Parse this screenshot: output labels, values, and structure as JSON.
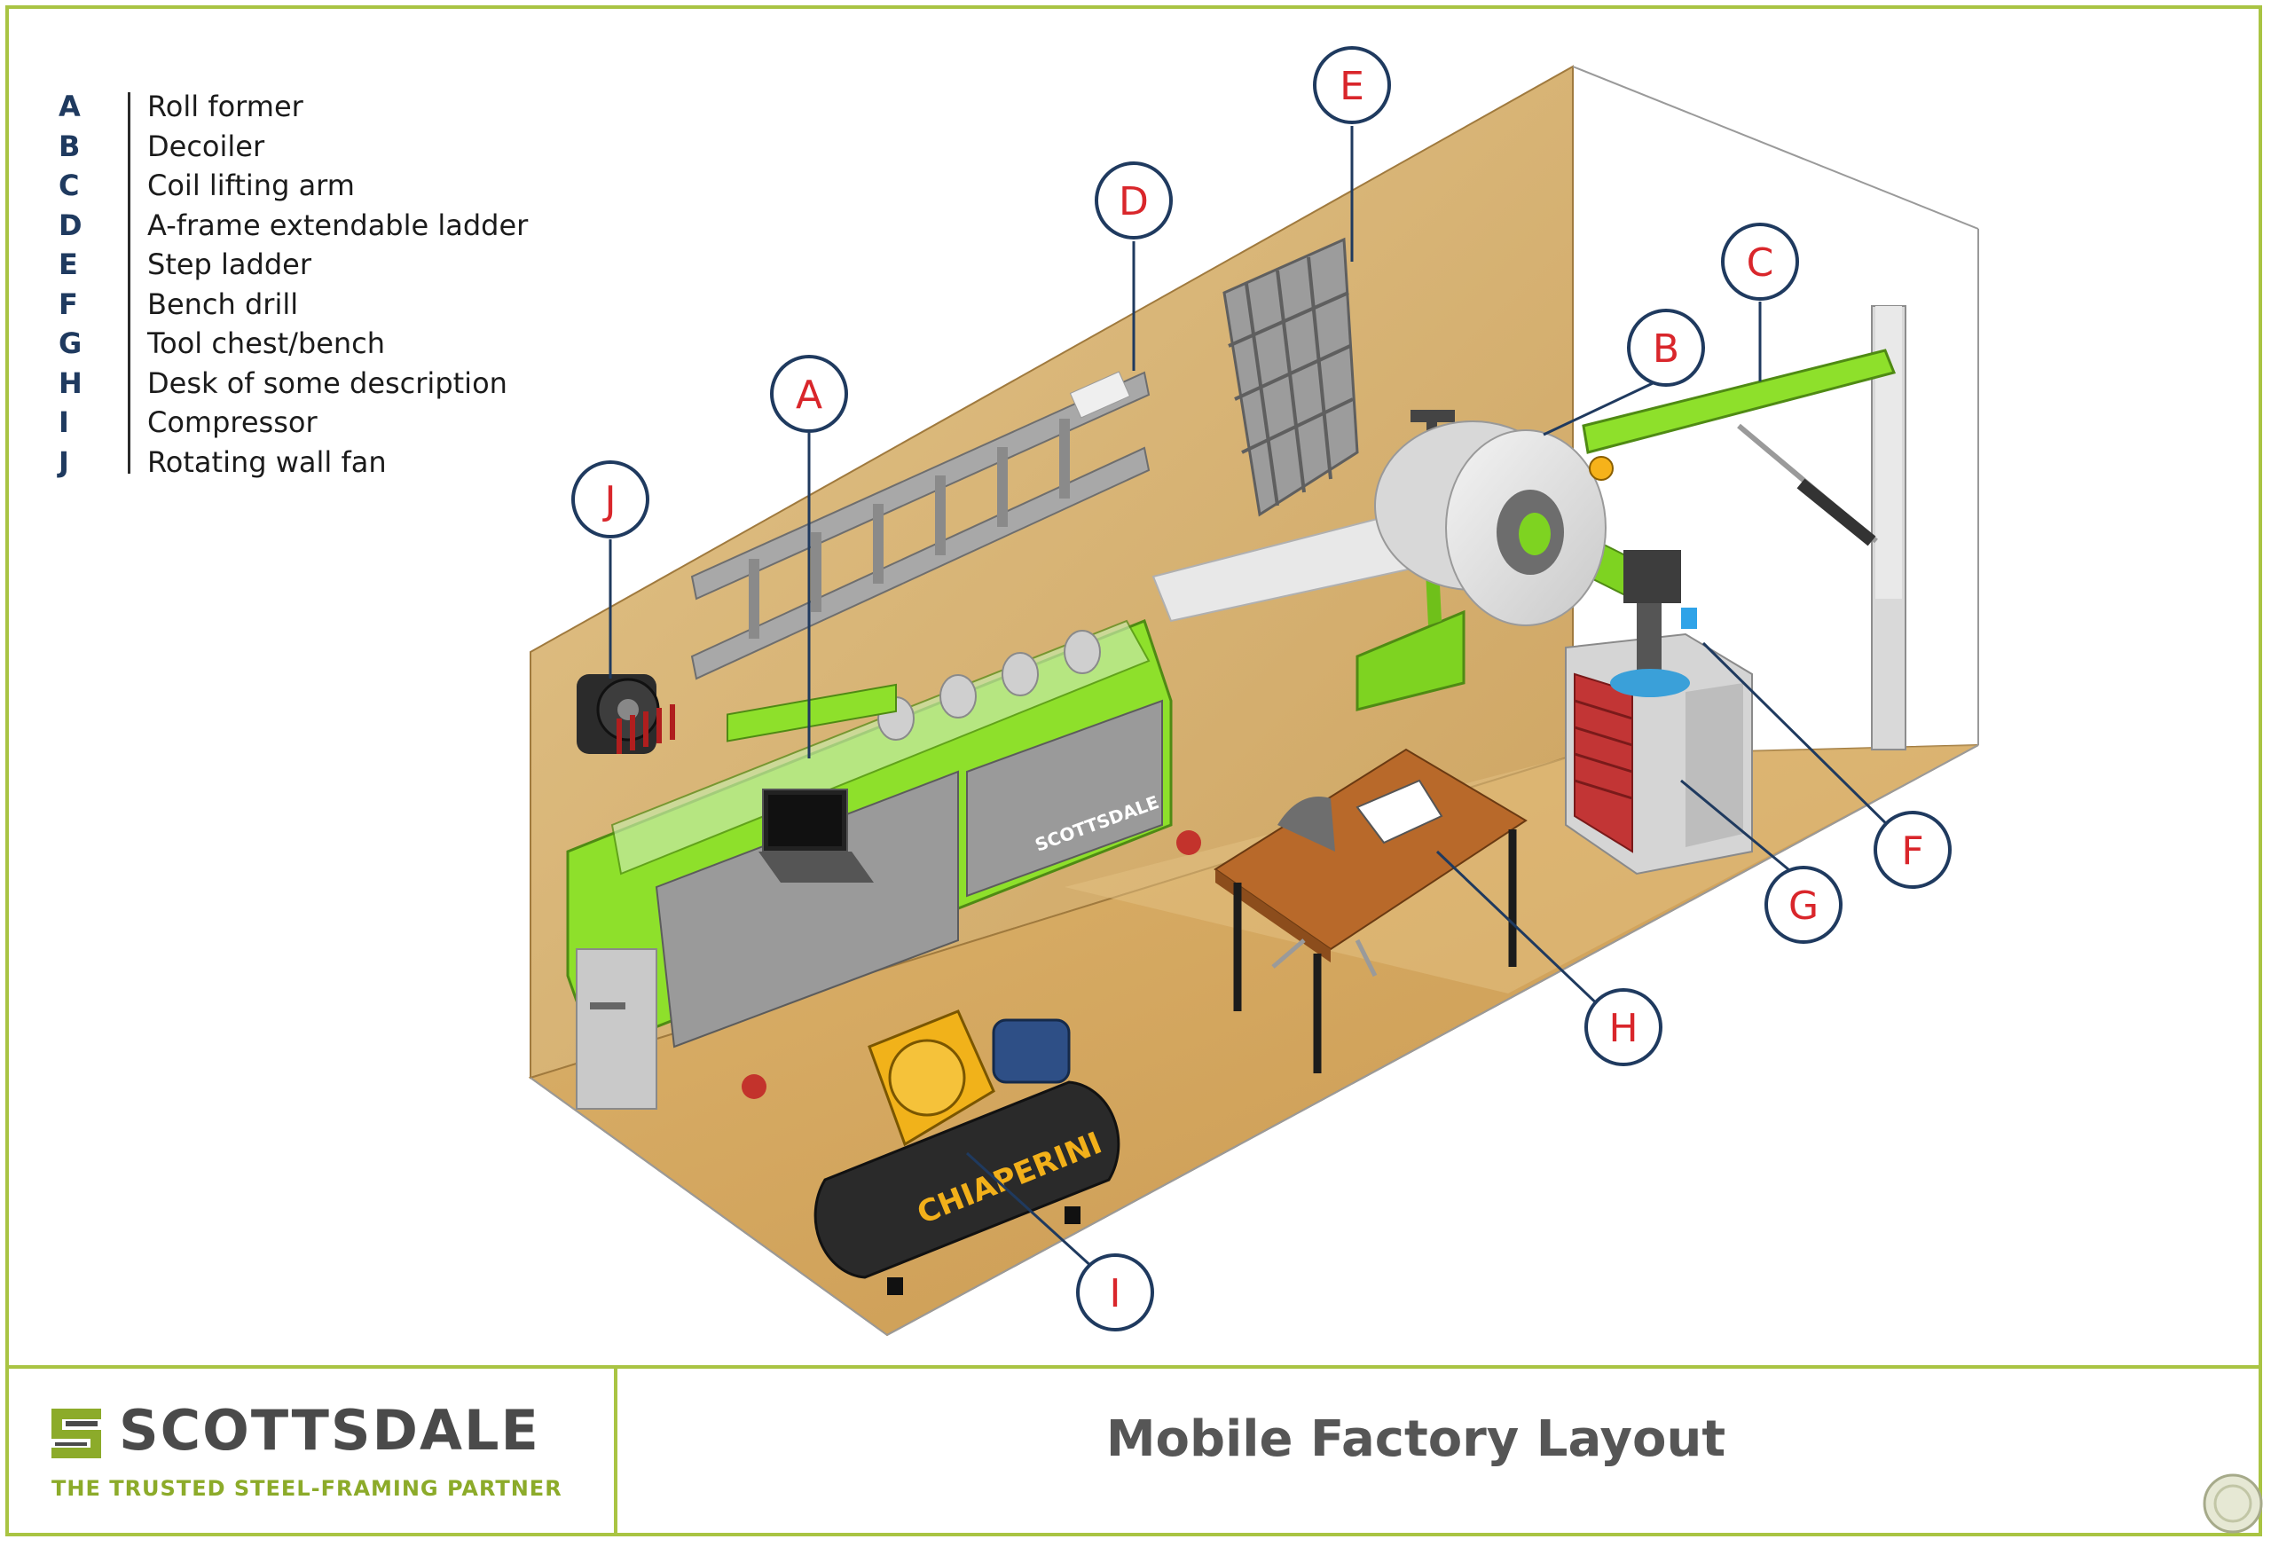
{
  "legend": [
    {
      "letter": "A",
      "label": "Roll former"
    },
    {
      "letter": "B",
      "label": "Decoiler"
    },
    {
      "letter": "C",
      "label": "Coil lifting arm"
    },
    {
      "letter": "D",
      "label": "A-frame extendable ladder"
    },
    {
      "letter": "E",
      "label": "Step ladder"
    },
    {
      "letter": "F",
      "label": "Bench drill"
    },
    {
      "letter": "G",
      "label": "Tool chest/bench"
    },
    {
      "letter": "H",
      "label": "Desk of some description"
    },
    {
      "letter": "I",
      "label": "Compressor"
    },
    {
      "letter": "J",
      "label": "Rotating wall fan"
    }
  ],
  "callouts": {
    "A": "A",
    "B": "B",
    "C": "C",
    "D": "D",
    "E": "E",
    "F": "F",
    "G": "G",
    "H": "H",
    "I": "I",
    "J": "J"
  },
  "equipment_text": {
    "roll_former_brand": "SCOTTSDALE",
    "compressor_brand": "CHIAPERINI"
  },
  "footer": {
    "brand": "SCOTTSDALE",
    "tagline": "THE TRUSTED STEEL-FRAMING PARTNER",
    "title": "Mobile Factory Layout"
  },
  "colors": {
    "accent_green": "#a9c443",
    "machine_green": "#8ee02b",
    "callout_ring": "#1f3a5f",
    "callout_letter": "#d9262b",
    "legend_letter": "#1f3a5f",
    "floor_wood": "#d9b06a",
    "wall_wood": "#d8b878"
  }
}
